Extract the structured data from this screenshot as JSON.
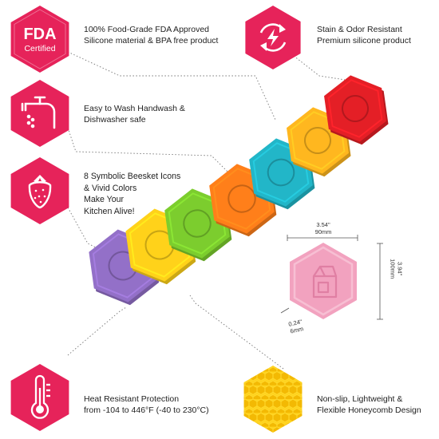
{
  "features": {
    "fda": {
      "badge_line1": "FDA",
      "badge_line2": "Certified",
      "text_line1": "100% Food-Grade FDA Approved",
      "text_line2": "Silicone material & BPA free product"
    },
    "stain": {
      "icon": "lightning-refresh-icon",
      "text_line1": "Stain & Odor Resistant",
      "text_line2": "Premium silicone product"
    },
    "wash": {
      "icon": "faucet-icon",
      "text_line1": "Easy to Wash Handwash &",
      "text_line2": "Dishwasher safe"
    },
    "icons": {
      "icon": "strawberry-icon",
      "text_line1": "8 Symbolic Beesket Icons",
      "text_line2": "& Vivid Colors",
      "text_line3": "Make Your",
      "text_line4": "Kitchen Alive!"
    },
    "heat": {
      "icon": "thermometer-icon",
      "text_line1": "Heat Resistant Protection",
      "text_line2": "from -104 to 446°F (-40 to 230°C)"
    },
    "honeycomb": {
      "icon": "honeycomb-icon",
      "text_line1": "Non-slip, Lightweight &",
      "text_line2": "Flexible Honeycomb Design"
    }
  },
  "dimensions": {
    "width_in": "3.54\"",
    "width_mm": "90mm",
    "height_in": "3.94\"",
    "height_mm": "100mm",
    "thickness_in": "0.24\"",
    "thickness_mm": "6mm"
  },
  "colors": {
    "accent": "#e6235a",
    "purple": "#9370c8",
    "yellow": "#ffd21a",
    "green": "#7ccd2e",
    "orange": "#ff7f1a",
    "teal": "#22b6c8",
    "amber": "#ffb71f",
    "red": "#e41f26",
    "pink": "#f59ab8"
  },
  "coasters": [
    {
      "color": "#9370c8",
      "icon": "grapes-icon"
    },
    {
      "color": "#ffd21a",
      "icon": "banana-icon"
    },
    {
      "color": "#7ccd2e",
      "icon": "kiwi-icon"
    },
    {
      "color": "#ff7f1a",
      "icon": "pumpkin-icon"
    },
    {
      "color": "#22b6c8",
      "icon": "broccoli-icon"
    },
    {
      "color": "#ffb71f",
      "icon": "orange-icon"
    },
    {
      "color": "#e41f26",
      "icon": "strawberry-icon"
    }
  ]
}
